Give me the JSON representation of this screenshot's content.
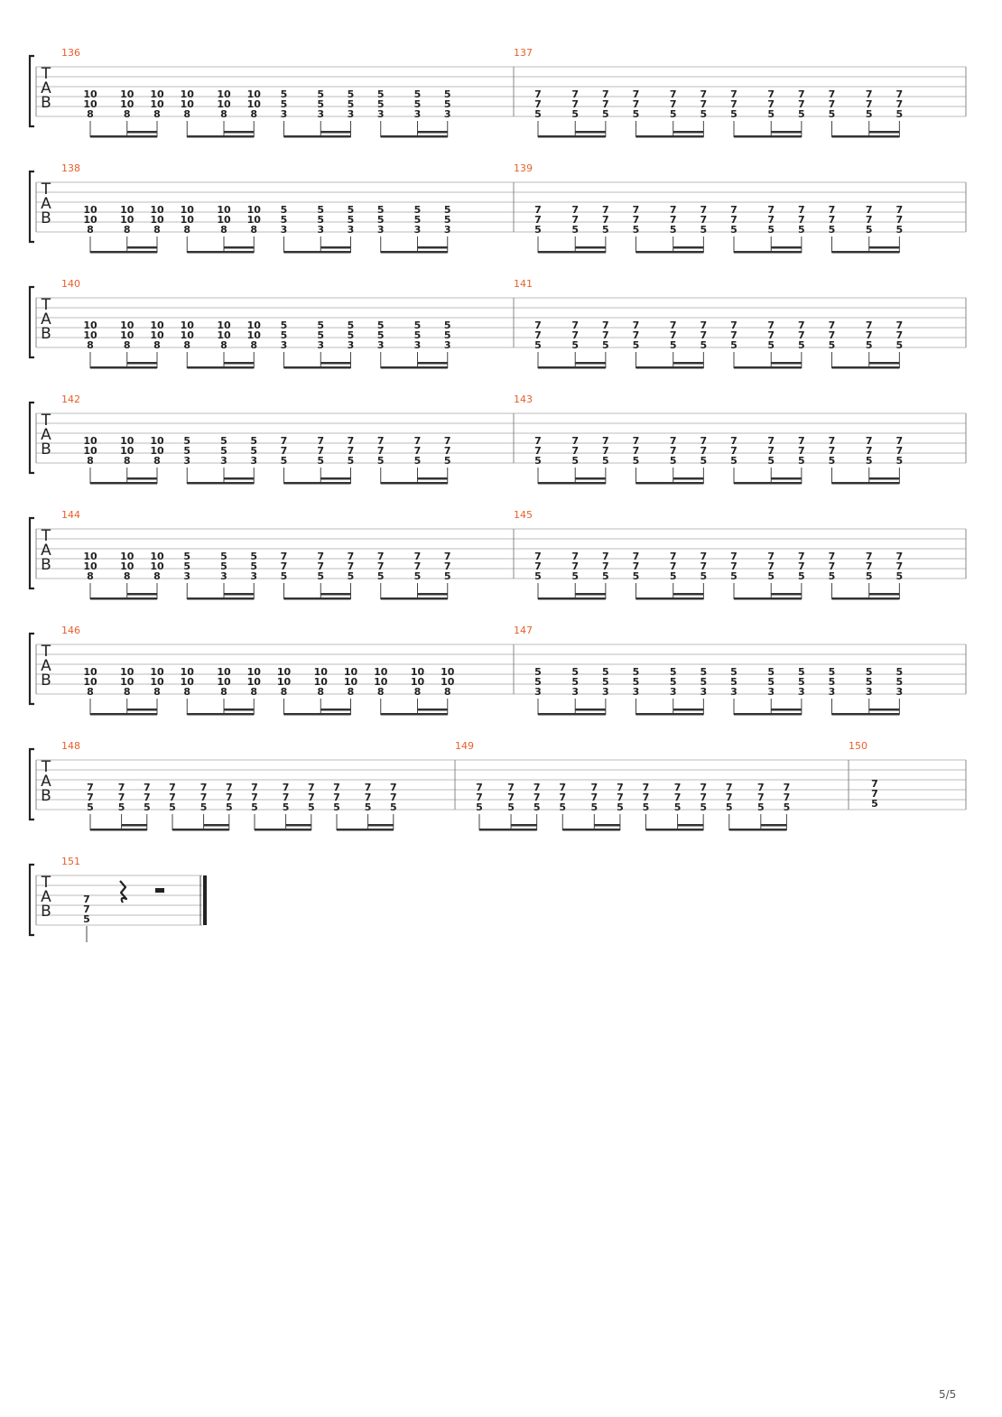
{
  "document": {
    "page_number": "5/5",
    "tab_clef": [
      "T",
      "A",
      "B"
    ],
    "colors": {
      "measure_number": "#e8602c",
      "ink": "#222222",
      "staff_line": "#bbbbbb"
    },
    "notation": {
      "beaming": "groups of 3, eighth + two sixteenths",
      "final_measure_rests": [
        "quarter-rest",
        "half-rest"
      ],
      "ending": "final-barline"
    },
    "systems": [
      {
        "measures": [
          {
            "number": "136",
            "chords": [
              [
                "10",
                "10",
                "8"
              ],
              [
                "10",
                "10",
                "8"
              ],
              [
                "10",
                "10",
                "8"
              ],
              [
                "10",
                "10",
                "8"
              ],
              [
                "10",
                "10",
                "8"
              ],
              [
                "10",
                "10",
                "8"
              ],
              [
                "5",
                "5",
                "3"
              ],
              [
                "5",
                "5",
                "3"
              ],
              [
                "5",
                "5",
                "3"
              ],
              [
                "5",
                "5",
                "3"
              ],
              [
                "5",
                "5",
                "3"
              ],
              [
                "5",
                "5",
                "3"
              ]
            ]
          },
          {
            "number": "137",
            "chords": [
              [
                "7",
                "7",
                "5"
              ],
              [
                "7",
                "7",
                "5"
              ],
              [
                "7",
                "7",
                "5"
              ],
              [
                "7",
                "7",
                "5"
              ],
              [
                "7",
                "7",
                "5"
              ],
              [
                "7",
                "7",
                "5"
              ],
              [
                "7",
                "7",
                "5"
              ],
              [
                "7",
                "7",
                "5"
              ],
              [
                "7",
                "7",
                "5"
              ],
              [
                "7",
                "7",
                "5"
              ],
              [
                "7",
                "7",
                "5"
              ],
              [
                "7",
                "7",
                "5"
              ]
            ]
          }
        ]
      },
      {
        "measures": [
          {
            "number": "138",
            "chords": [
              [
                "10",
                "10",
                "8"
              ],
              [
                "10",
                "10",
                "8"
              ],
              [
                "10",
                "10",
                "8"
              ],
              [
                "10",
                "10",
                "8"
              ],
              [
                "10",
                "10",
                "8"
              ],
              [
                "10",
                "10",
                "8"
              ],
              [
                "5",
                "5",
                "3"
              ],
              [
                "5",
                "5",
                "3"
              ],
              [
                "5",
                "5",
                "3"
              ],
              [
                "5",
                "5",
                "3"
              ],
              [
                "5",
                "5",
                "3"
              ],
              [
                "5",
                "5",
                "3"
              ]
            ]
          },
          {
            "number": "139",
            "chords": [
              [
                "7",
                "7",
                "5"
              ],
              [
                "7",
                "7",
                "5"
              ],
              [
                "7",
                "7",
                "5"
              ],
              [
                "7",
                "7",
                "5"
              ],
              [
                "7",
                "7",
                "5"
              ],
              [
                "7",
                "7",
                "5"
              ],
              [
                "7",
                "7",
                "5"
              ],
              [
                "7",
                "7",
                "5"
              ],
              [
                "7",
                "7",
                "5"
              ],
              [
                "7",
                "7",
                "5"
              ],
              [
                "7",
                "7",
                "5"
              ],
              [
                "7",
                "7",
                "5"
              ]
            ]
          }
        ]
      },
      {
        "measures": [
          {
            "number": "140",
            "chords": [
              [
                "10",
                "10",
                "8"
              ],
              [
                "10",
                "10",
                "8"
              ],
              [
                "10",
                "10",
                "8"
              ],
              [
                "10",
                "10",
                "8"
              ],
              [
                "10",
                "10",
                "8"
              ],
              [
                "10",
                "10",
                "8"
              ],
              [
                "5",
                "5",
                "3"
              ],
              [
                "5",
                "5",
                "3"
              ],
              [
                "5",
                "5",
                "3"
              ],
              [
                "5",
                "5",
                "3"
              ],
              [
                "5",
                "5",
                "3"
              ],
              [
                "5",
                "5",
                "3"
              ]
            ]
          },
          {
            "number": "141",
            "chords": [
              [
                "7",
                "7",
                "5"
              ],
              [
                "7",
                "7",
                "5"
              ],
              [
                "7",
                "7",
                "5"
              ],
              [
                "7",
                "7",
                "5"
              ],
              [
                "7",
                "7",
                "5"
              ],
              [
                "7",
                "7",
                "5"
              ],
              [
                "7",
                "7",
                "5"
              ],
              [
                "7",
                "7",
                "5"
              ],
              [
                "7",
                "7",
                "5"
              ],
              [
                "7",
                "7",
                "5"
              ],
              [
                "7",
                "7",
                "5"
              ],
              [
                "7",
                "7",
                "5"
              ]
            ]
          }
        ]
      },
      {
        "measures": [
          {
            "number": "142",
            "chords": [
              [
                "10",
                "10",
                "8"
              ],
              [
                "10",
                "10",
                "8"
              ],
              [
                "10",
                "10",
                "8"
              ],
              [
                "5",
                "5",
                "3"
              ],
              [
                "5",
                "5",
                "3"
              ],
              [
                "5",
                "5",
                "3"
              ],
              [
                "7",
                "7",
                "5"
              ],
              [
                "7",
                "7",
                "5"
              ],
              [
                "7",
                "7",
                "5"
              ],
              [
                "7",
                "7",
                "5"
              ],
              [
                "7",
                "7",
                "5"
              ],
              [
                "7",
                "7",
                "5"
              ]
            ]
          },
          {
            "number": "143",
            "chords": [
              [
                "7",
                "7",
                "5"
              ],
              [
                "7",
                "7",
                "5"
              ],
              [
                "7",
                "7",
                "5"
              ],
              [
                "7",
                "7",
                "5"
              ],
              [
                "7",
                "7",
                "5"
              ],
              [
                "7",
                "7",
                "5"
              ],
              [
                "7",
                "7",
                "5"
              ],
              [
                "7",
                "7",
                "5"
              ],
              [
                "7",
                "7",
                "5"
              ],
              [
                "7",
                "7",
                "5"
              ],
              [
                "7",
                "7",
                "5"
              ],
              [
                "7",
                "7",
                "5"
              ]
            ]
          }
        ]
      },
      {
        "measures": [
          {
            "number": "144",
            "chords": [
              [
                "10",
                "10",
                "8"
              ],
              [
                "10",
                "10",
                "8"
              ],
              [
                "10",
                "10",
                "8"
              ],
              [
                "5",
                "5",
                "3"
              ],
              [
                "5",
                "5",
                "3"
              ],
              [
                "5",
                "5",
                "3"
              ],
              [
                "7",
                "7",
                "5"
              ],
              [
                "7",
                "7",
                "5"
              ],
              [
                "7",
                "7",
                "5"
              ],
              [
                "7",
                "7",
                "5"
              ],
              [
                "7",
                "7",
                "5"
              ],
              [
                "7",
                "7",
                "5"
              ]
            ]
          },
          {
            "number": "145",
            "chords": [
              [
                "7",
                "7",
                "5"
              ],
              [
                "7",
                "7",
                "5"
              ],
              [
                "7",
                "7",
                "5"
              ],
              [
                "7",
                "7",
                "5"
              ],
              [
                "7",
                "7",
                "5"
              ],
              [
                "7",
                "7",
                "5"
              ],
              [
                "7",
                "7",
                "5"
              ],
              [
                "7",
                "7",
                "5"
              ],
              [
                "7",
                "7",
                "5"
              ],
              [
                "7",
                "7",
                "5"
              ],
              [
                "7",
                "7",
                "5"
              ],
              [
                "7",
                "7",
                "5"
              ]
            ]
          }
        ]
      },
      {
        "measures": [
          {
            "number": "146",
            "chords": [
              [
                "10",
                "10",
                "8"
              ],
              [
                "10",
                "10",
                "8"
              ],
              [
                "10",
                "10",
                "8"
              ],
              [
                "10",
                "10",
                "8"
              ],
              [
                "10",
                "10",
                "8"
              ],
              [
                "10",
                "10",
                "8"
              ],
              [
                "10",
                "10",
                "8"
              ],
              [
                "10",
                "10",
                "8"
              ],
              [
                "10",
                "10",
                "8"
              ],
              [
                "10",
                "10",
                "8"
              ],
              [
                "10",
                "10",
                "8"
              ],
              [
                "10",
                "10",
                "8"
              ]
            ]
          },
          {
            "number": "147",
            "chords": [
              [
                "5",
                "5",
                "3"
              ],
              [
                "5",
                "5",
                "3"
              ],
              [
                "5",
                "5",
                "3"
              ],
              [
                "5",
                "5",
                "3"
              ],
              [
                "5",
                "5",
                "3"
              ],
              [
                "5",
                "5",
                "3"
              ],
              [
                "5",
                "5",
                "3"
              ],
              [
                "5",
                "5",
                "3"
              ],
              [
                "5",
                "5",
                "3"
              ],
              [
                "5",
                "5",
                "3"
              ],
              [
                "5",
                "5",
                "3"
              ],
              [
                "5",
                "5",
                "3"
              ]
            ]
          }
        ]
      },
      {
        "measures": [
          {
            "number": "148",
            "chords": [
              [
                "7",
                "7",
                "5"
              ],
              [
                "7",
                "7",
                "5"
              ],
              [
                "7",
                "7",
                "5"
              ],
              [
                "7",
                "7",
                "5"
              ],
              [
                "7",
                "7",
                "5"
              ],
              [
                "7",
                "7",
                "5"
              ],
              [
                "7",
                "7",
                "5"
              ],
              [
                "7",
                "7",
                "5"
              ],
              [
                "7",
                "7",
                "5"
              ],
              [
                "7",
                "7",
                "5"
              ],
              [
                "7",
                "7",
                "5"
              ],
              [
                "7",
                "7",
                "5"
              ]
            ]
          },
          {
            "number": "149",
            "chords": [
              [
                "7",
                "7",
                "5"
              ],
              [
                "7",
                "7",
                "5"
              ],
              [
                "7",
                "7",
                "5"
              ],
              [
                "7",
                "7",
                "5"
              ],
              [
                "7",
                "7",
                "5"
              ],
              [
                "7",
                "7",
                "5"
              ],
              [
                "7",
                "7",
                "5"
              ],
              [
                "7",
                "7",
                "5"
              ],
              [
                "7",
                "7",
                "5"
              ],
              [
                "7",
                "7",
                "5"
              ],
              [
                "7",
                "7",
                "5"
              ],
              [
                "7",
                "7",
                "5"
              ]
            ]
          },
          {
            "number": "150",
            "chords": [
              [
                "7",
                "7",
                "5"
              ]
            ]
          }
        ]
      },
      {
        "measures": [
          {
            "number": "151",
            "chords": [
              [
                "7",
                "7",
                "5"
              ]
            ]
          }
        ]
      }
    ]
  }
}
